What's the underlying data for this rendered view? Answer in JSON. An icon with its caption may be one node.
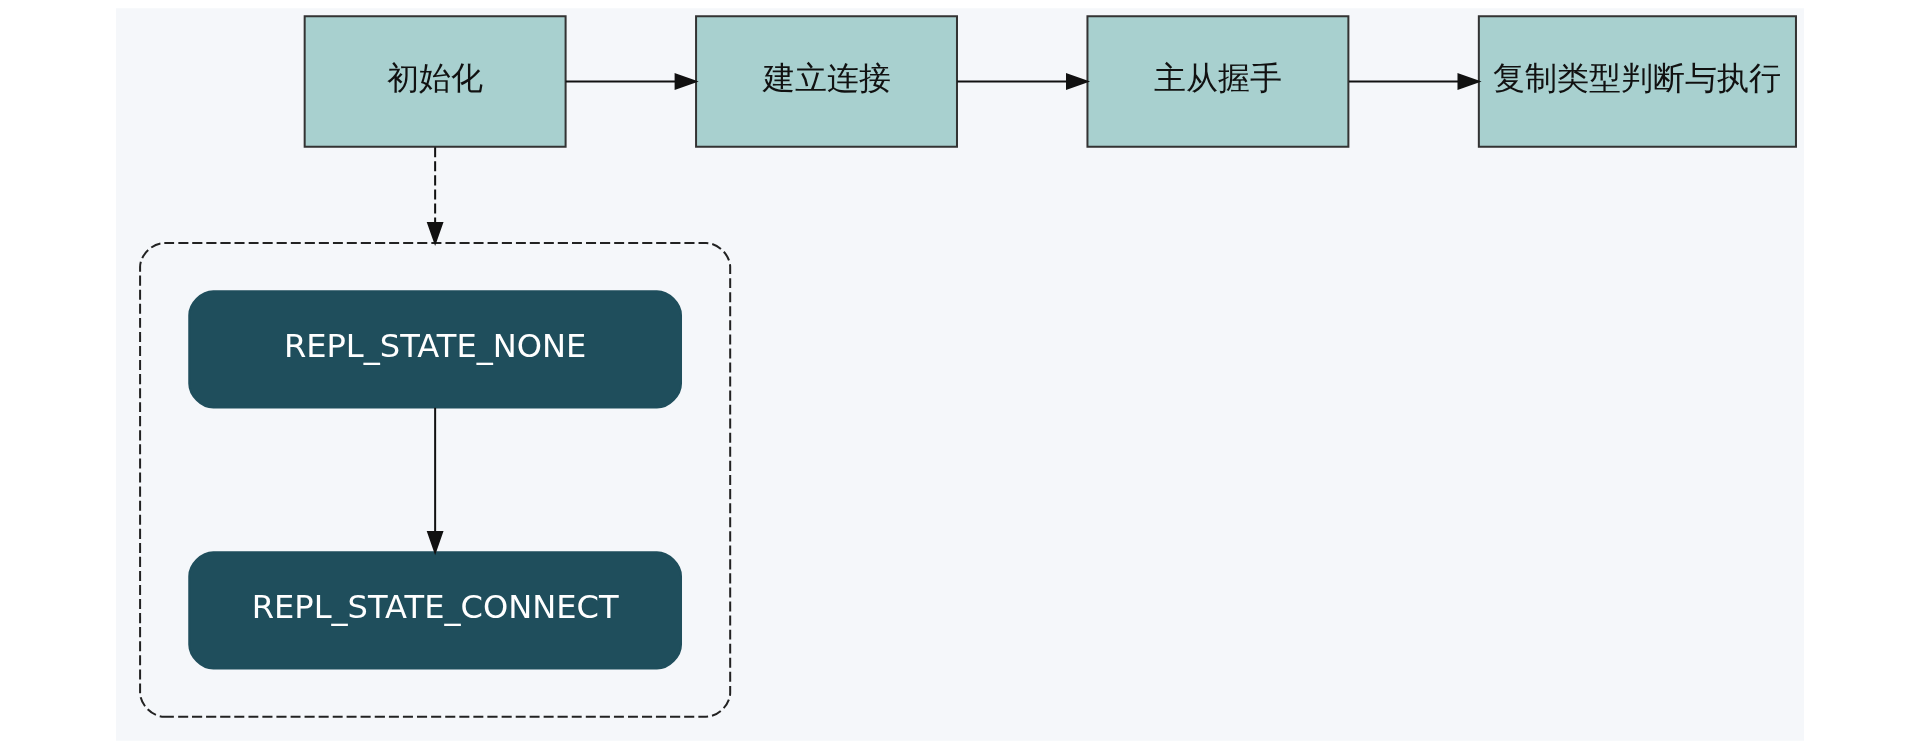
{
  "diagram": {
    "nodes": [
      {
        "text": [
          "初始化"
        ]
      },
      {
        "text": [
          "建立连接"
        ]
      },
      {
        "text": [
          "主从握手"
        ]
      },
      {
        "text": [
          "复制类型判断与执行"
        ]
      },
      {
        "text": [],
        "shape": "box"
      },
      {
        "text": [
          "REPL_STATE_NONE"
        ],
        "in": 4
      },
      {
        "text": [
          "REPL_STATE_CONNECT"
        ],
        "in": 4
      }
    ],
    "edges": [
      {
        "from": 0,
        "to": 1,
        "arrow": "to"
      },
      {
        "from": 1,
        "to": 2,
        "arrow": "to"
      },
      {
        "from": 2,
        "to": 3,
        "arrow": "to"
      },
      {
        "from": 0,
        "to": 4,
        "arrow": "to",
        "style": "dashed"
      },
      {
        "from": 5,
        "to": 6,
        "arrow": "to"
      }
    ]
  }
}
